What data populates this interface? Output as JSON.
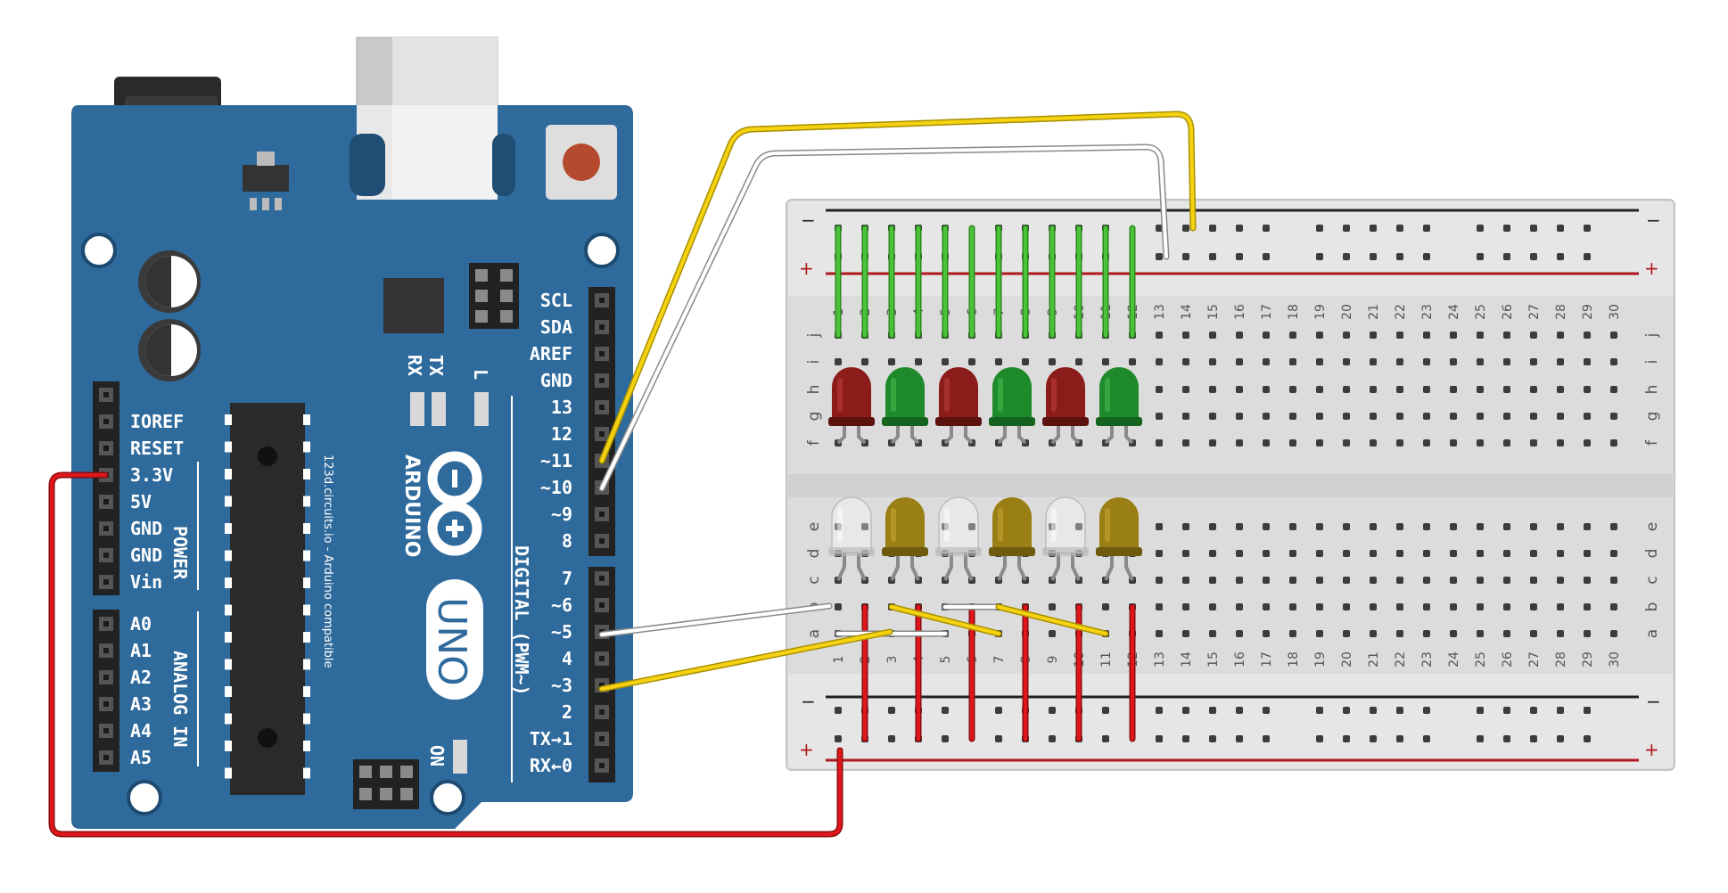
{
  "arduino": {
    "right_header_labels": [
      "SCL",
      "SDA",
      "AREF",
      "GND",
      "13",
      "12",
      "~11",
      "~10",
      "~9",
      "8",
      "7",
      "~6",
      "~5",
      "4",
      "~3",
      "2",
      "TX→1",
      "RX←0"
    ],
    "power_labels": [
      "IOREF",
      "RESET",
      "3.3V",
      "5V",
      "GND",
      "GND",
      "Vin"
    ],
    "analog_labels": [
      "A0",
      "A1",
      "A2",
      "A3",
      "A4",
      "A5"
    ],
    "power_group": "POWER",
    "analog_group": "ANALOG IN",
    "digital_group": "DIGITAL (PWM~)",
    "brand": "ARDUINO",
    "model": "UNO",
    "credit": "123d.circuits.io - Arduino compatible",
    "tx": "TX",
    "rx": "RX",
    "l_led": "L",
    "on_led": "ON"
  },
  "breadboard": {
    "columns": [
      "1",
      "2",
      "3",
      "4",
      "5",
      "6",
      "7",
      "8",
      "9",
      "10",
      "11",
      "12",
      "13",
      "14",
      "15",
      "16",
      "17",
      "18",
      "19",
      "20",
      "21",
      "22",
      "23",
      "24",
      "25",
      "26",
      "27",
      "28",
      "29",
      "30"
    ],
    "top_rows": [
      "j",
      "i",
      "h",
      "g",
      "f"
    ],
    "bottom_rows": [
      "e",
      "d",
      "c",
      "b",
      "a"
    ],
    "rail_minus": "−",
    "rail_plus": "+"
  },
  "leds": {
    "upper": [
      "red",
      "green",
      "red",
      "green",
      "red",
      "green"
    ],
    "lower": [
      "clear",
      "yellow",
      "clear",
      "yellow",
      "clear",
      "yellow"
    ]
  },
  "colors": {
    "board": "#2e6a9c",
    "red_led": "#8b1c1a",
    "green_led": "#1f8a2b",
    "yellow_led": "#9a7f15",
    "wire_red": "#e0161b",
    "wire_yellow": "#f5d313",
    "wire_green": "#4bc23a",
    "wire_white": "#ffffff"
  }
}
